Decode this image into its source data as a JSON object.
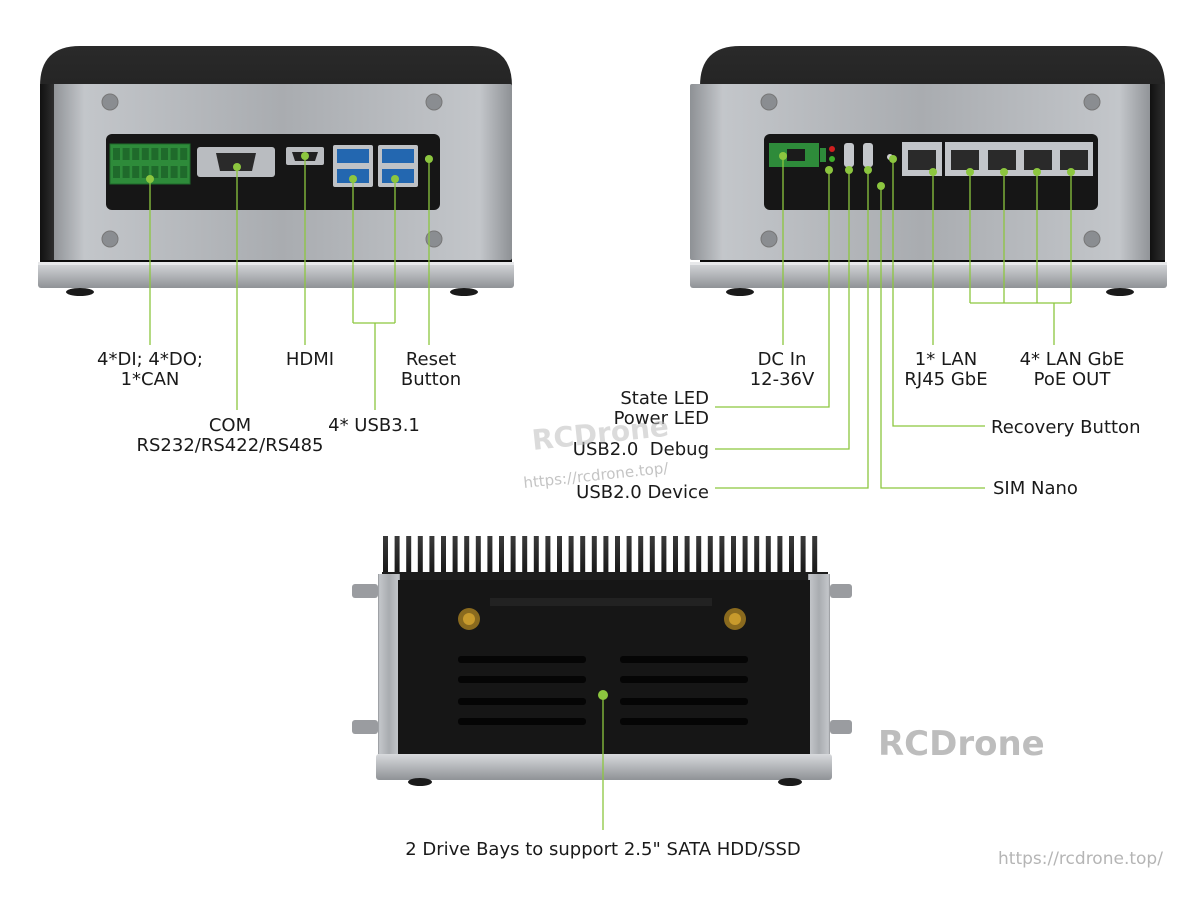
{
  "labels": {
    "dio_can": [
      "4*DI; 4*DO;",
      "1*CAN"
    ],
    "com": [
      "COM",
      "RS232/RS422/RS485"
    ],
    "hdmi": "HDMI",
    "usb31": "4* USB3.1",
    "reset": [
      "Reset",
      "Button"
    ],
    "dc_in": [
      "DC In",
      "12-36V"
    ],
    "state_power_led": [
      "State LED",
      "Power LED"
    ],
    "usb2_debug": "USB2.0  Debug",
    "usb2_device": "USB2.0 Device",
    "lan": [
      "1* LAN",
      "RJ45 GbE"
    ],
    "lan_poe": [
      "4* LAN GbE",
      "PoE OUT"
    ],
    "recovery": "Recovery Button",
    "sim": "SIM Nano",
    "drive_bays": "2 Drive Bays to support 2.5\" SATA HDD/SSD"
  },
  "watermarks": {
    "brand_center": "RCDrone",
    "url_center": "https://rcdrone.top/",
    "brand_right": "RCDrone",
    "url_bottom": "https://rcdrone.top/"
  },
  "colors": {
    "leader_green": "#8cc63f",
    "chassis_silver": "#a3a6aa",
    "panel_black": "#151515"
  }
}
